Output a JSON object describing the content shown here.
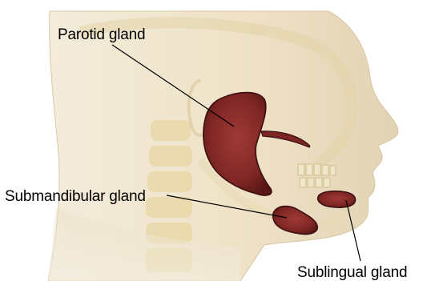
{
  "labels": {
    "parotid": "Parotid gland",
    "submandibular": "Submandibular gland",
    "sublingual": "Sublingual gland"
  },
  "colors": {
    "gland_fill": "#8a2d2b",
    "gland_stroke": "#3a0f0e",
    "skin": "#e9dcc0",
    "background": "#ffffff"
  }
}
